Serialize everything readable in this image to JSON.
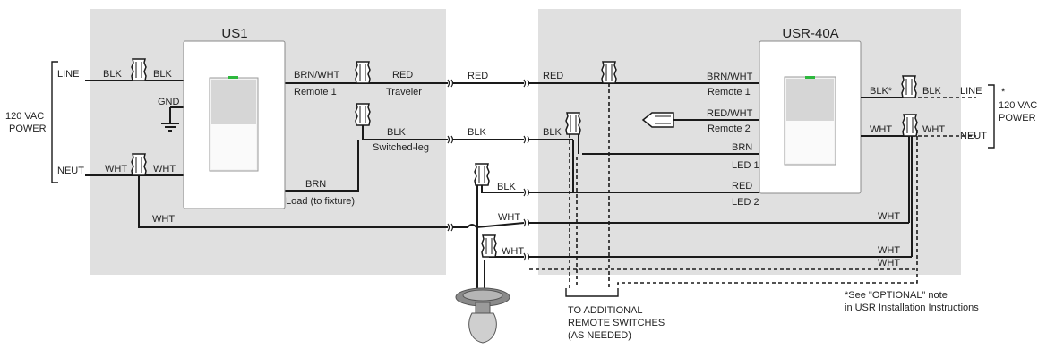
{
  "left_panel": {
    "title": "US1",
    "labels": {
      "line": "LINE",
      "neut": "NEUT",
      "power_1": "120 VAC",
      "power_2": "POWER",
      "gnd": "GND",
      "blk_in": "BLK",
      "blk_out": "BLK",
      "wht_in": "WHT",
      "wht_out": "WHT",
      "brn_wht": "BRN/WHT",
      "remote1": "Remote 1",
      "red": "RED",
      "traveler": "Traveler",
      "blk_sw": "BLK",
      "switched_leg": "Switched-leg",
      "brn": "BRN",
      "load": "Load (to fixture)",
      "wht_bottom": "WHT"
    }
  },
  "middle": {
    "labels": {
      "red_a": "RED",
      "red_b": "RED",
      "blk_a": "BLK",
      "blk_b": "BLK",
      "blk_fixture": "BLK",
      "wht_a": "WHT",
      "wht_b": "WHT"
    }
  },
  "right_panel": {
    "title": "USR-40A",
    "labels": {
      "brn_wht": "BRN/WHT",
      "remote1": "Remote 1",
      "red_wht": "RED/WHT",
      "remote2": "Remote 2",
      "brn": "BRN",
      "led1": "LED 1",
      "red": "RED",
      "led2": "LED 2",
      "blk_star": "BLK*",
      "blk": "BLK",
      "wht_l": "WHT",
      "wht_r": "WHT",
      "line": "LINE",
      "neut": "NEUT",
      "star": "*",
      "power_1": "120 VAC",
      "power_2": "POWER",
      "wht_row1": "WHT",
      "wht_row2": "WHT",
      "wht_row3": "WHT"
    }
  },
  "notes": {
    "additional_1": "TO ADDITIONAL",
    "additional_2": "REMOTE SWITCHES",
    "additional_3": "(AS NEEDED)",
    "optional_1": "*See \"OPTIONAL\" note",
    "optional_2": "in USR Installation Instructions"
  }
}
